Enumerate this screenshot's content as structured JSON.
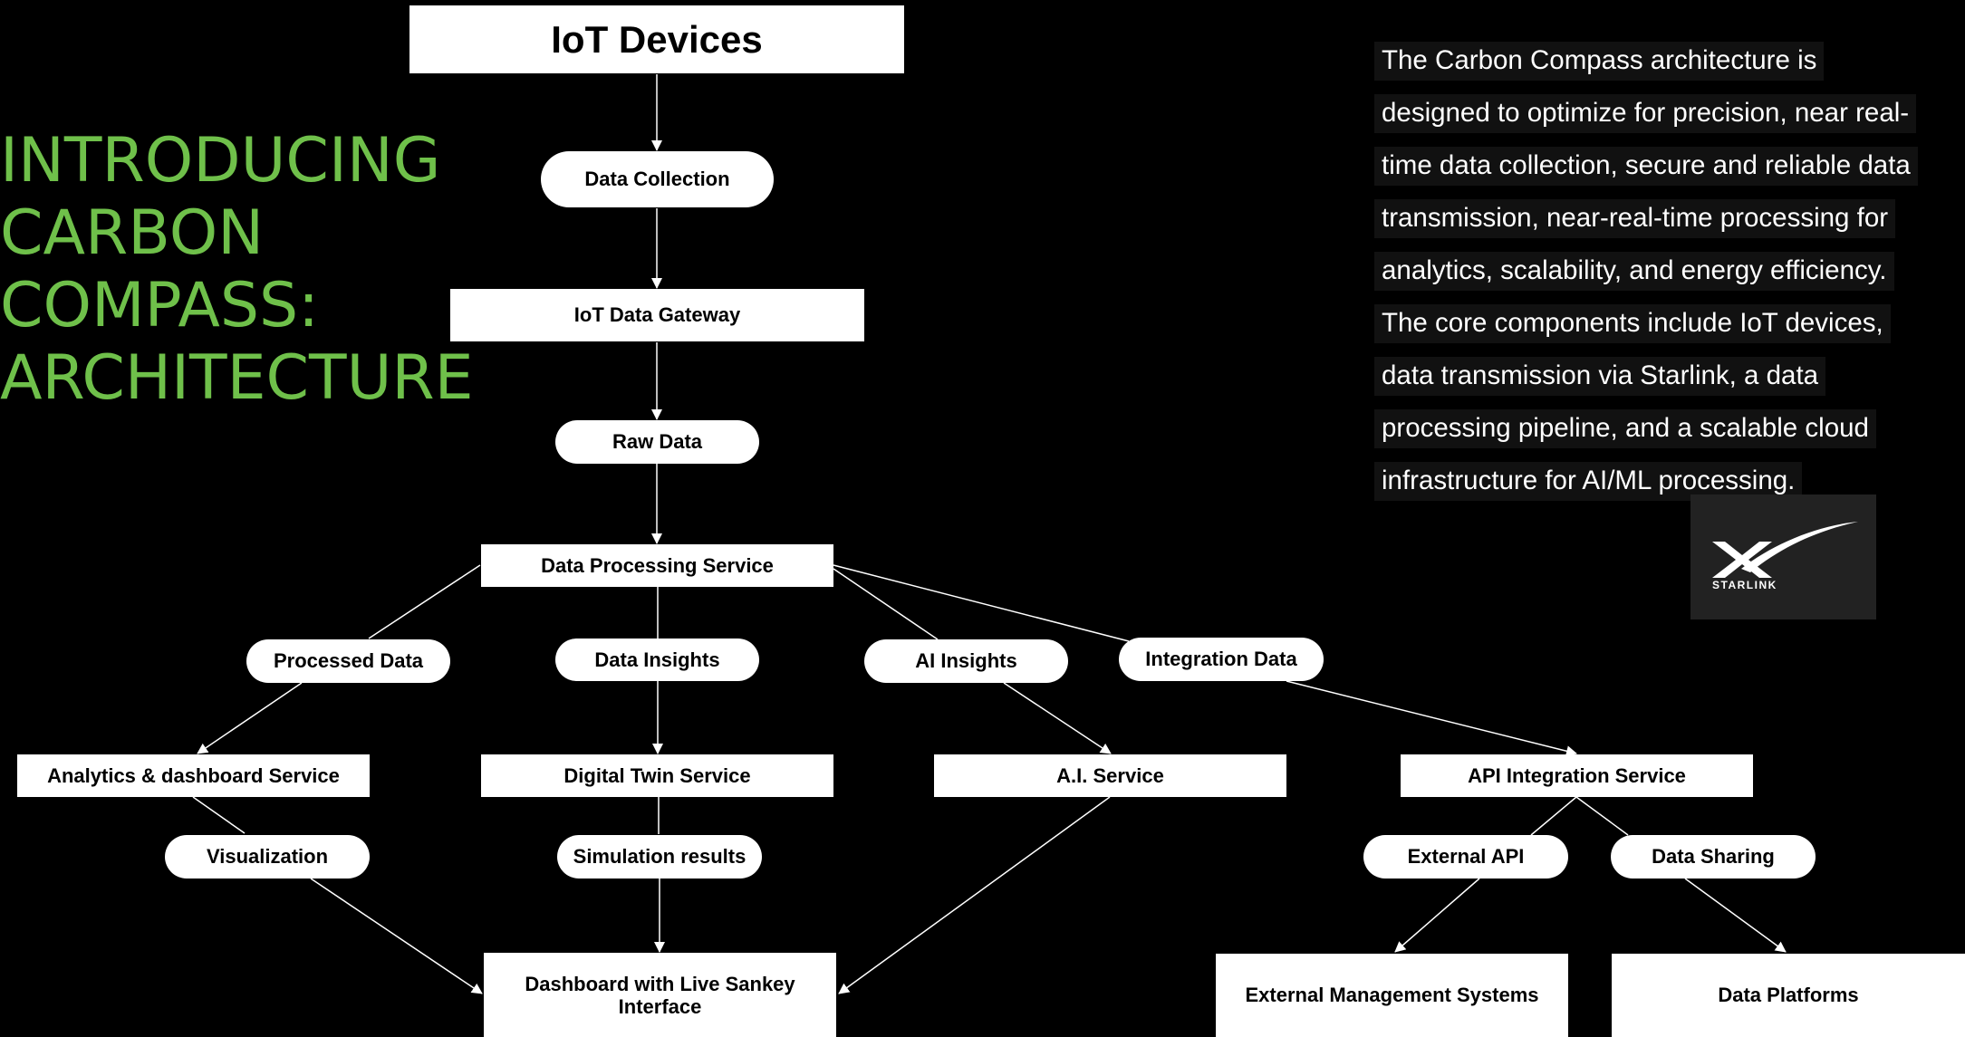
{
  "title": {
    "lines": [
      "INTRODUCING",
      "CARBON",
      "COMPASS:",
      "ARCHITECTURE"
    ]
  },
  "description": "The Carbon Compass architecture is designed to optimize for precision, near real-time data collection, secure and reliable data transmission, near-real-time processing for analytics, scalability, and energy efficiency. The core components include IoT devices, data transmission via Starlink, a data processing pipeline, and a scalable cloud infrastructure for AI/ML processing.",
  "logo": {
    "label": "STARLINK",
    "icon": "starlink-logo-icon"
  },
  "nodes": {
    "iot_devices": "IoT Devices",
    "data_collection": "Data Collection",
    "iot_gateway": "IoT Data Gateway",
    "raw_data": "Raw Data",
    "processing_service": "Data Processing Service",
    "processed_data": "Processed Data",
    "data_insights": "Data Insights",
    "ai_insights": "AI Insights",
    "integration_data": "Integration Data",
    "analytics_service": "Analytics & dashboard Service",
    "digital_twin": "Digital Twin Service",
    "ai_service": "A.I. Service",
    "api_integration": "API Integration Service",
    "visualization": "Visualization",
    "simulation_results": "Simulation results",
    "external_api": "External API",
    "data_sharing": "Data Sharing",
    "dashboard": "Dashboard with Live Sankey Interface",
    "external_mgmt": "External Management Systems",
    "data_platforms": "Data Platforms"
  },
  "colors": {
    "background": "#000000",
    "title": "#6fc04a",
    "node_fill": "#ffffff",
    "edge": "#ffffff"
  }
}
